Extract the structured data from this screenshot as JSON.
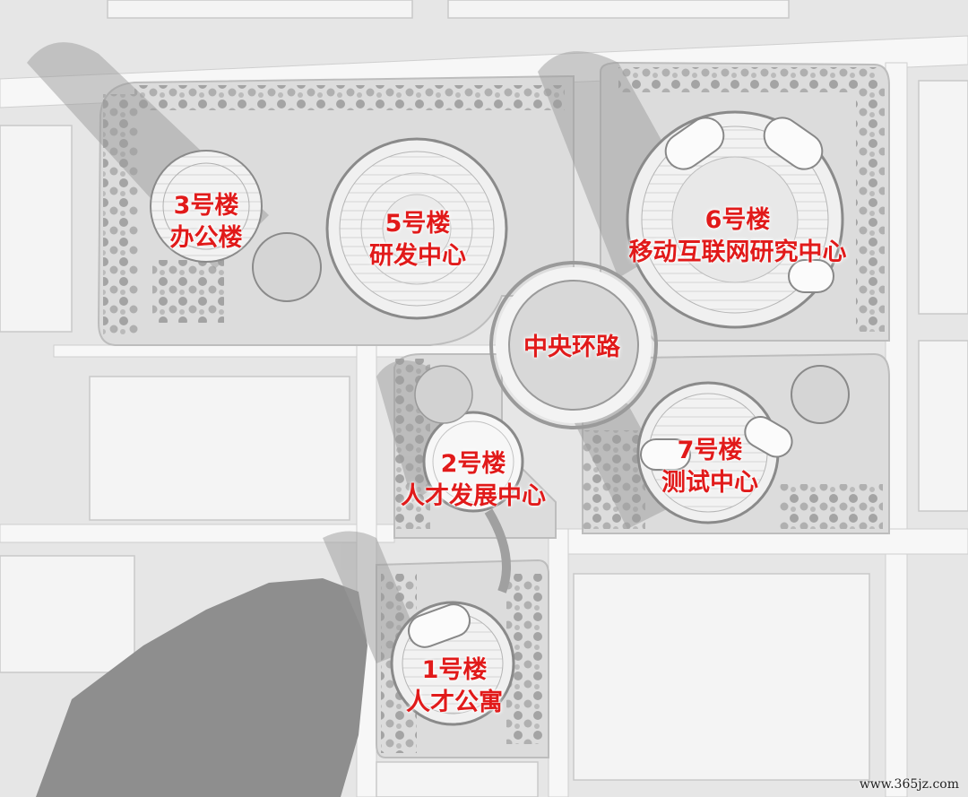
{
  "buildings": [
    {
      "id": "b3",
      "number": "3号楼",
      "name": "办公楼"
    },
    {
      "id": "b5",
      "number": "5号楼",
      "name": "研发中心"
    },
    {
      "id": "b6",
      "number": "6号楼",
      "name": "移动互联网研究中心"
    },
    {
      "id": "ring",
      "number": "",
      "name": "中央环路"
    },
    {
      "id": "b2",
      "number": "2号楼",
      "name": "人才发展中心"
    },
    {
      "id": "b7",
      "number": "7号楼",
      "name": "测试中心"
    },
    {
      "id": "b1",
      "number": "1号楼",
      "name": "人才公寓"
    }
  ],
  "watermark": "www.365jz.com",
  "colors": {
    "label": "#e11a1a",
    "road": "#f7f7f7",
    "ground": "#e6e6e6",
    "shadow": "#b4b4b4",
    "greenery": "#8a8a8a",
    "water": "#8e8e8e"
  }
}
